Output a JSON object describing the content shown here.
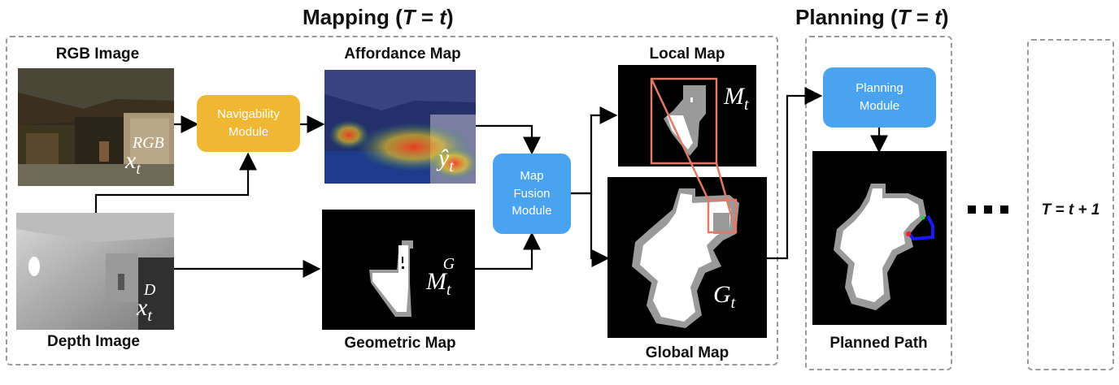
{
  "titles": {
    "mapping_main": "Mapping (",
    "mapping_var": "T",
    "mapping_eq": " = ",
    "mapping_val": "t",
    "mapping_close": ")",
    "planning_main": "Planning (",
    "planning_var": "T",
    "planning_eq": " = ",
    "planning_val": "t",
    "planning_close": ")"
  },
  "labels": {
    "rgb_image": "RGB Image",
    "affordance_map": "Affordance Map",
    "local_map": "Local Map",
    "depth_image": "Depth Image",
    "geometric_map": "Geometric Map",
    "global_map": "Global Map",
    "planned_path": "Planned Path"
  },
  "modules": {
    "navigability": [
      "Navigability",
      "Module"
    ],
    "map_fusion": [
      "Map",
      "Fusion",
      "Module"
    ],
    "planning": [
      "Planning",
      "Module"
    ]
  },
  "symbols": {
    "rgb_base": "x",
    "rgb_sub": "t",
    "rgb_sup": "RGB",
    "affordance_base": "ŷ",
    "affordance_sub": "t",
    "local_base": "M",
    "local_sub": "t",
    "depth_base": "x",
    "depth_sub": "t",
    "depth_sup": "D",
    "geometric_base": "M",
    "geometric_sub": "t",
    "geometric_sup": "G",
    "global_base": "G",
    "global_sub": "t"
  },
  "next_step": "T = t + 1",
  "colors": {
    "module_yellow": "#f0b732",
    "module_blue": "#4aa3ef",
    "zoom_box": "#e07b67",
    "path_blue": "#1a1aff",
    "dashed_border": "#9a9a9a"
  }
}
